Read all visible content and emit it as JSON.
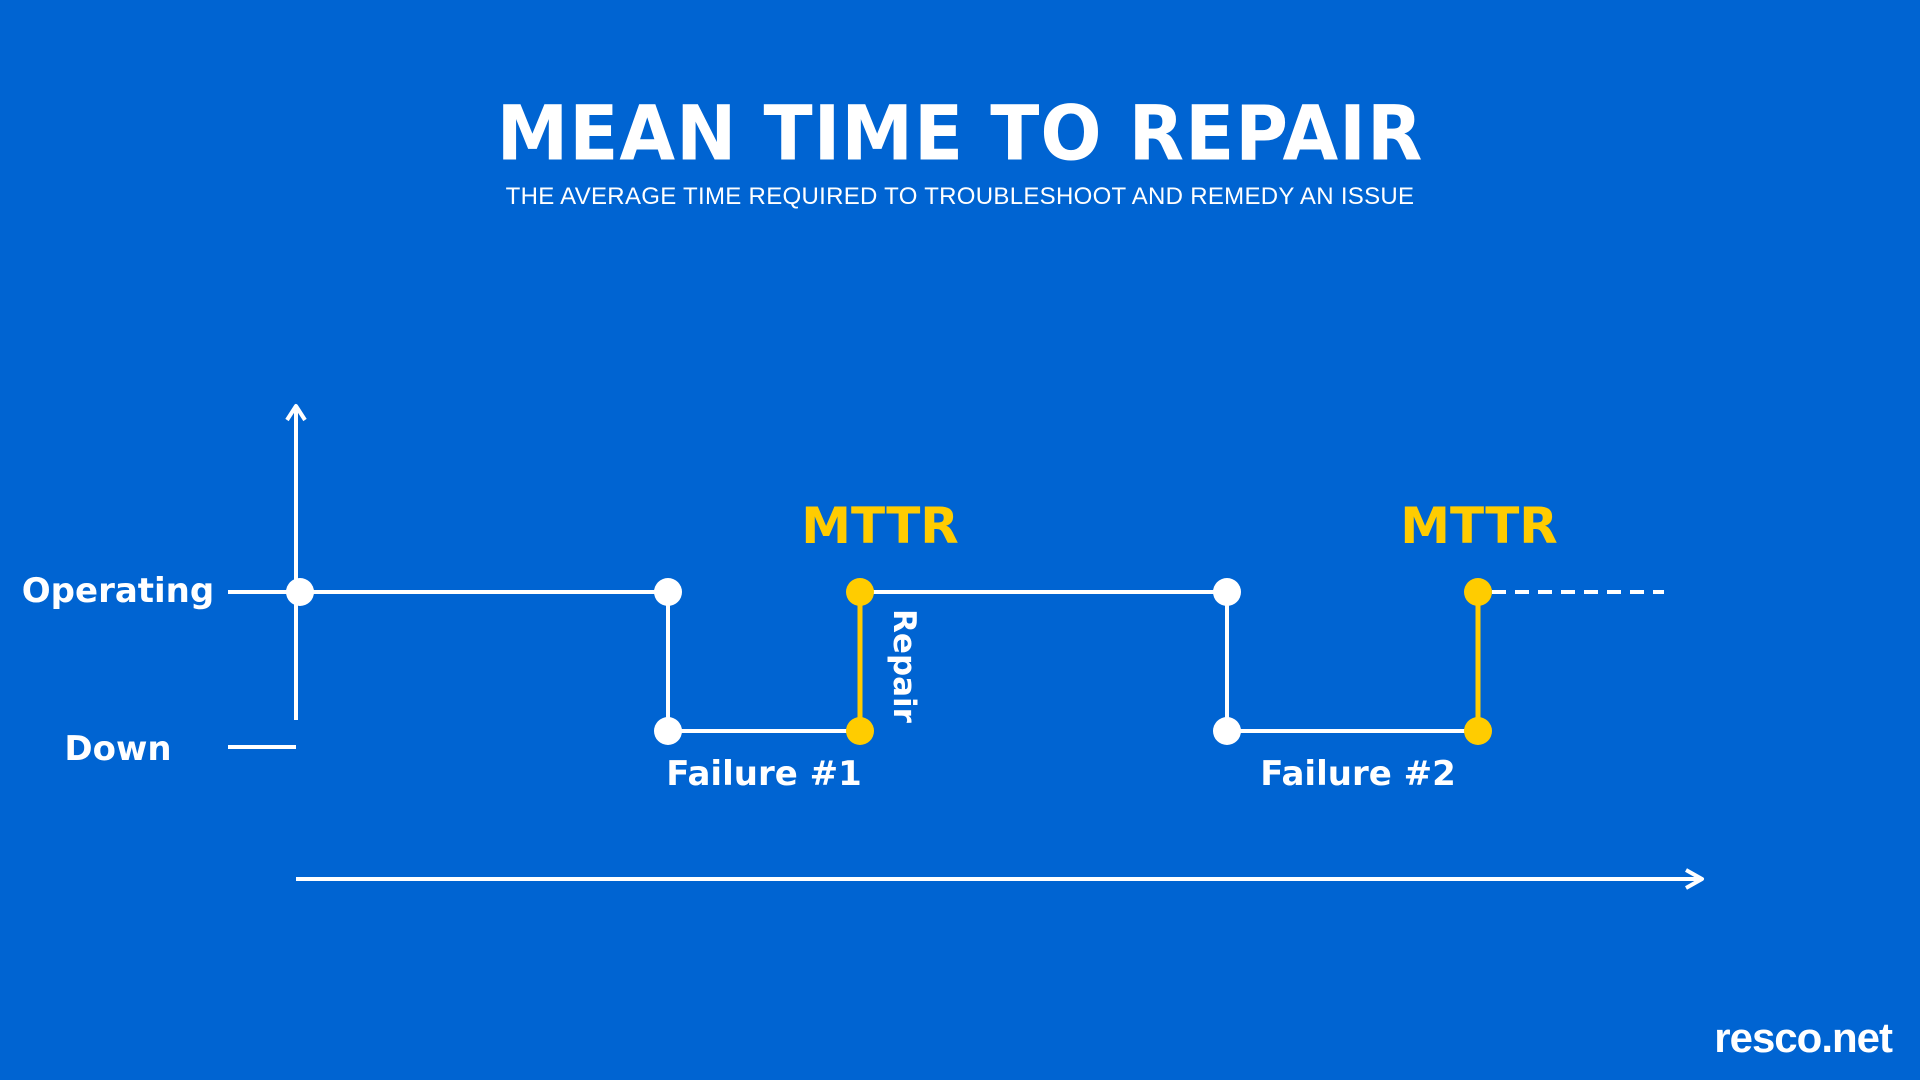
{
  "header": {
    "title": "MEAN TIME TO REPAIR",
    "subtitle": "THE AVERAGE TIME REQUIRED TO TROUBLESHOOT AND REMEDY AN ISSUE"
  },
  "states": {
    "operating": "Operating",
    "down": "Down"
  },
  "events": [
    {
      "failure_label": "Failure #1",
      "repair_label": "Repair",
      "mttr_label": "MTTR"
    },
    {
      "failure_label": "Failure #2",
      "mttr_label": "MTTR"
    }
  ],
  "colors": {
    "background": "#0064d2",
    "line": "#ffffff",
    "accent": "#ffcc00"
  },
  "brand": {
    "name": "resco.net"
  }
}
